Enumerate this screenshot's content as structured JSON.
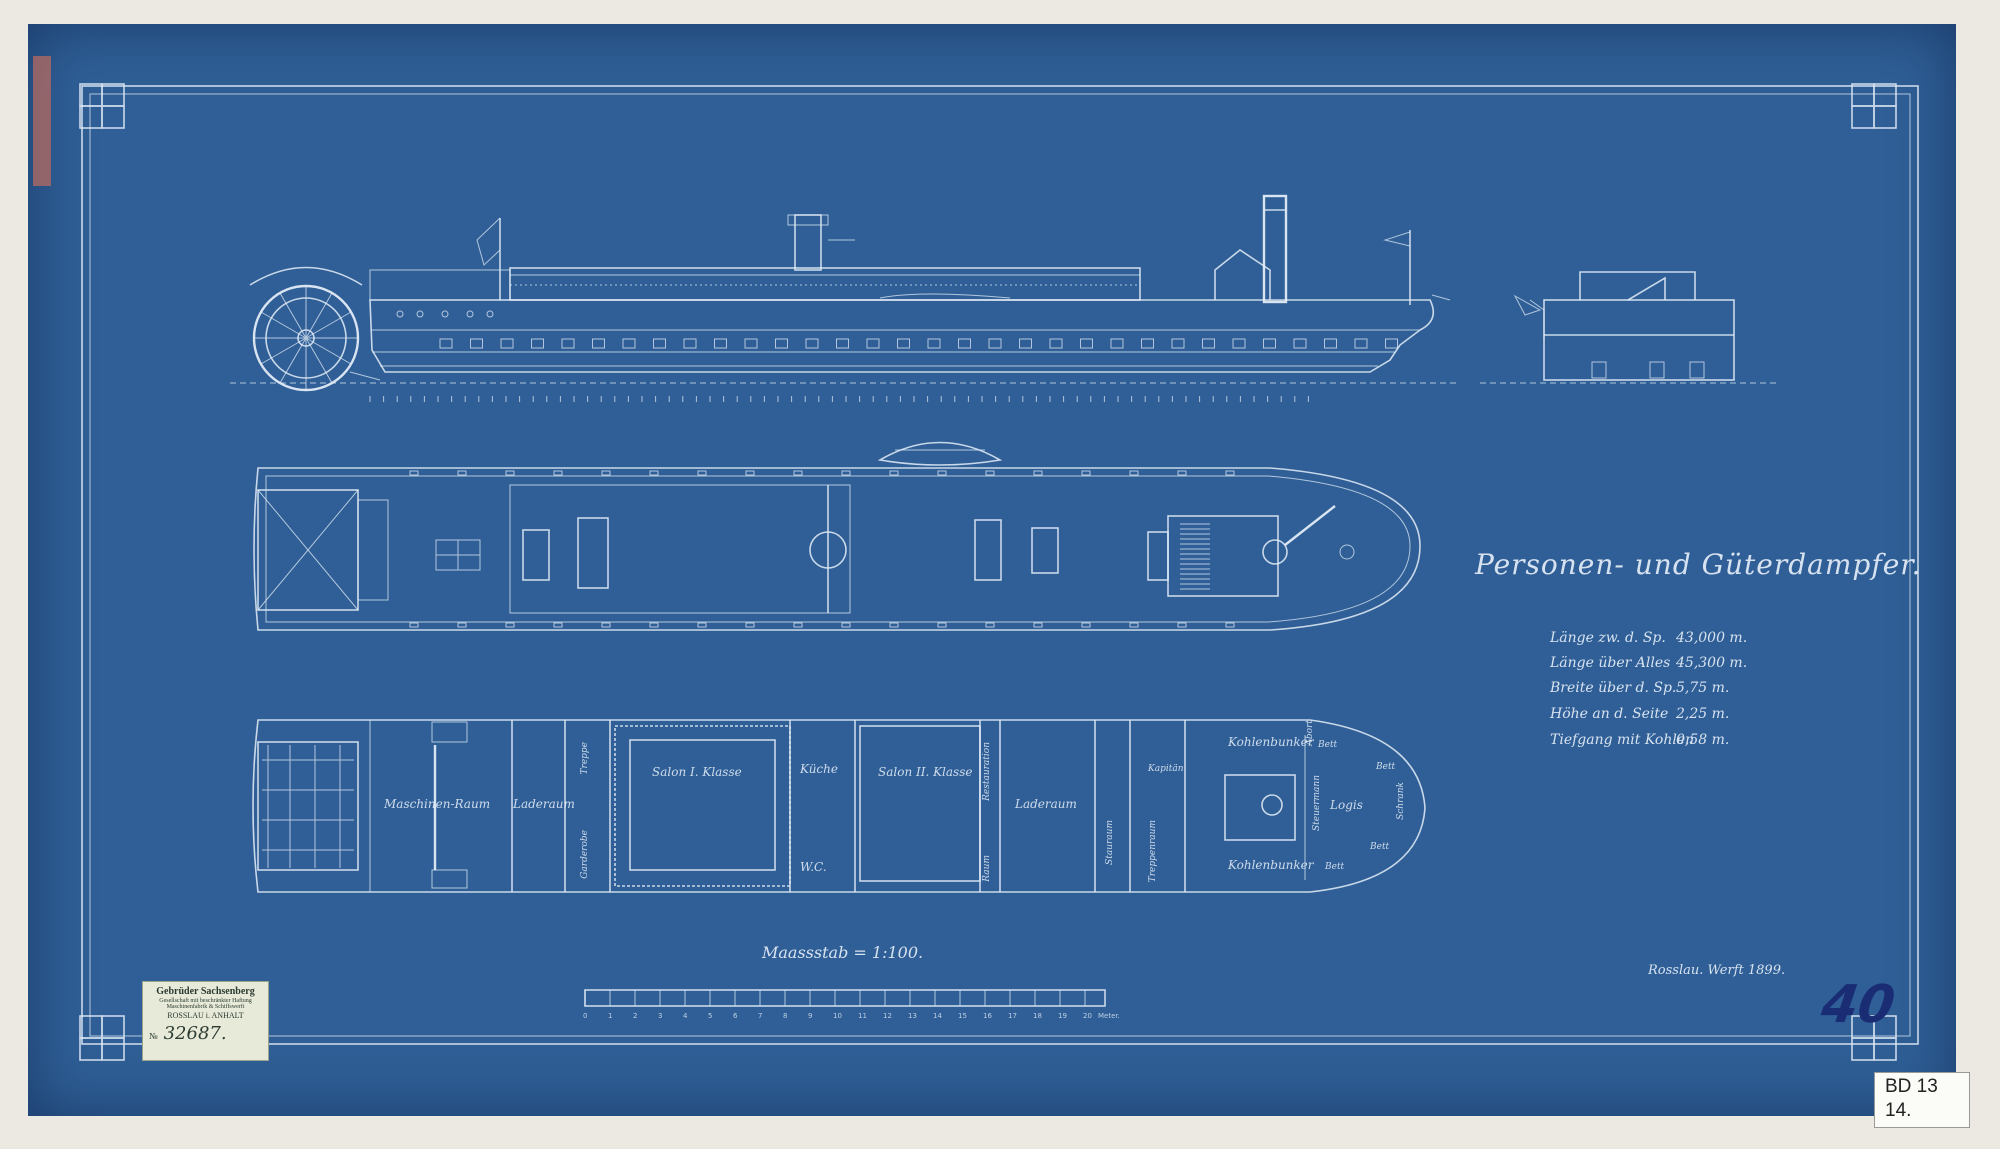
{
  "title": "Personen- und Güterdampfer.",
  "specs": [
    {
      "label": "Länge zw. d. Sp.",
      "value": "43,000 m."
    },
    {
      "label": "Länge über Alles",
      "value": "45,300 m."
    },
    {
      "label": "Breite über d. Sp.",
      "value": "5,75 m."
    },
    {
      "label": "Höhe an d. Seite",
      "value": "2,25 m."
    },
    {
      "label": "Tiefgang mit Kohlen",
      "value": "0,58 m."
    }
  ],
  "rooms": {
    "maschinen": "Maschinen-Raum",
    "laderaum_aft": "Laderaum",
    "salon1": "Salon I. Klasse",
    "salon2": "Salon II. Klasse",
    "kueche": "Küche",
    "wc": "W.C.",
    "laderaum_fwd": "Laderaum",
    "kohlenbunker_top": "Kohlenbunker",
    "kohlenbunker_bottom": "Kohlenbunker",
    "logis": "Logis",
    "bett1": "Bett",
    "bett2": "Bett",
    "bett3": "Bett",
    "bett4": "Bett",
    "kapitaen": "Kapitän",
    "schrank": "Schrank",
    "steuermann": "Steuermann",
    "treppe": "Treppe",
    "garderobe": "Garderobe",
    "restauration": "Restauration",
    "stauraum": "Stauraum",
    "raum": "Raum",
    "treppenraum": "Treppenraum",
    "abort": "Abort"
  },
  "scale": {
    "label": "Maassstab = 1:100.",
    "ticks": [
      "0",
      "1",
      "2",
      "3",
      "4",
      "5",
      "6",
      "7",
      "8",
      "9",
      "10",
      "11",
      "12",
      "13",
      "14",
      "15",
      "16",
      "17",
      "18",
      "19",
      "20"
    ],
    "unit": "Meter."
  },
  "yard": "Rosslau. Werft 1899.",
  "stamp": {
    "line1": "Gebrüder Sachsenberg",
    "line2": "Gesellschaft mit beschränkter Haftung",
    "line3": "Maschinenfabrik & Schiffswerft",
    "line4": "ROSSLAU i. ANHALT",
    "no_label": "№",
    "number": "32687."
  },
  "archive_number": "40",
  "shelf_label": [
    "BD 13",
    "14."
  ],
  "colors": {
    "paper": "#2f5f96",
    "ink": "#dfe9f5",
    "pencil": "#1a2d74"
  }
}
